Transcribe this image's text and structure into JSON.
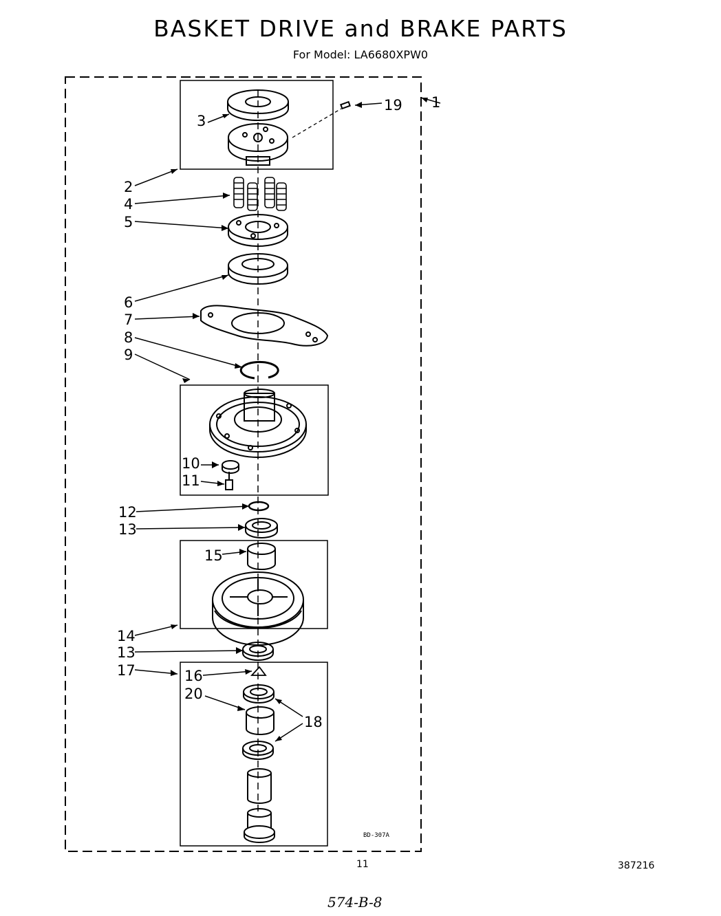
{
  "header": {
    "title": "BASKET DRIVE and BRAKE PARTS",
    "subtitle": "For Model: LA6680XPW0"
  },
  "callouts": {
    "c1": "1",
    "c2": "2",
    "c3": "3",
    "c4": "4",
    "c5": "5",
    "c6": "6",
    "c7": "7",
    "c8": "8",
    "c9": "9",
    "c10": "10",
    "c11": "11",
    "c12": "12",
    "c13a": "13",
    "c13b": "13",
    "c14": "14",
    "c15": "15",
    "c16": "16",
    "c17": "17",
    "c18": "18",
    "c19": "19",
    "c20": "20"
  },
  "footer": {
    "drawing_code": "BD-307A",
    "page_number": "11",
    "doc_number": "387216",
    "handwritten": "574-B-8"
  }
}
